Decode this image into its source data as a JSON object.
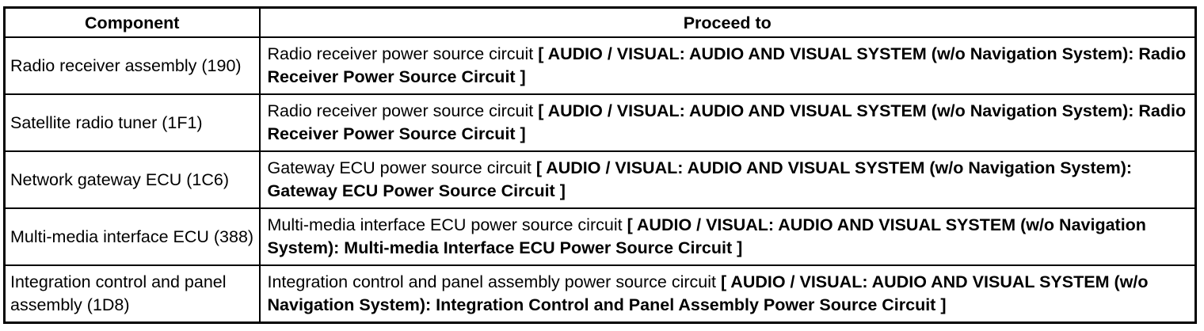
{
  "table": {
    "headers": [
      "Component",
      "Proceed to"
    ],
    "rows": [
      {
        "component": "Radio receiver assembly (190)",
        "proceed_text": "Radio receiver power source circuit",
        "proceed_link": "[ AUDIO / VISUAL: AUDIO AND VISUAL SYSTEM (w/o Navigation System): Radio Receiver Power Source Circuit ]"
      },
      {
        "component": "Satellite radio tuner (1F1)",
        "proceed_text": "Radio receiver power source circuit",
        "proceed_link": "[ AUDIO / VISUAL: AUDIO AND VISUAL SYSTEM (w/o Navigation System): Radio Receiver Power Source Circuit ]"
      },
      {
        "component": "Network gateway ECU (1C6)",
        "proceed_text": "Gateway ECU power source circuit",
        "proceed_link": "[ AUDIO / VISUAL: AUDIO AND VISUAL SYSTEM (w/o Navigation System): Gateway ECU Power Source Circuit ]"
      },
      {
        "component": "Multi-media interface ECU (388)",
        "proceed_text": "Multi-media interface ECU power source circuit",
        "proceed_link": "[ AUDIO / VISUAL: AUDIO AND VISUAL SYSTEM (w/o Navigation System): Multi-media Interface ECU Power Source Circuit ]"
      },
      {
        "component": "Integration control and panel assembly (1D8)",
        "proceed_text": "Integration control and panel assembly power source circuit",
        "proceed_link": "[ AUDIO / VISUAL: AUDIO AND VISUAL SYSTEM (w/o Navigation System): Integration Control and Panel Assembly Power Source Circuit ]"
      }
    ]
  }
}
